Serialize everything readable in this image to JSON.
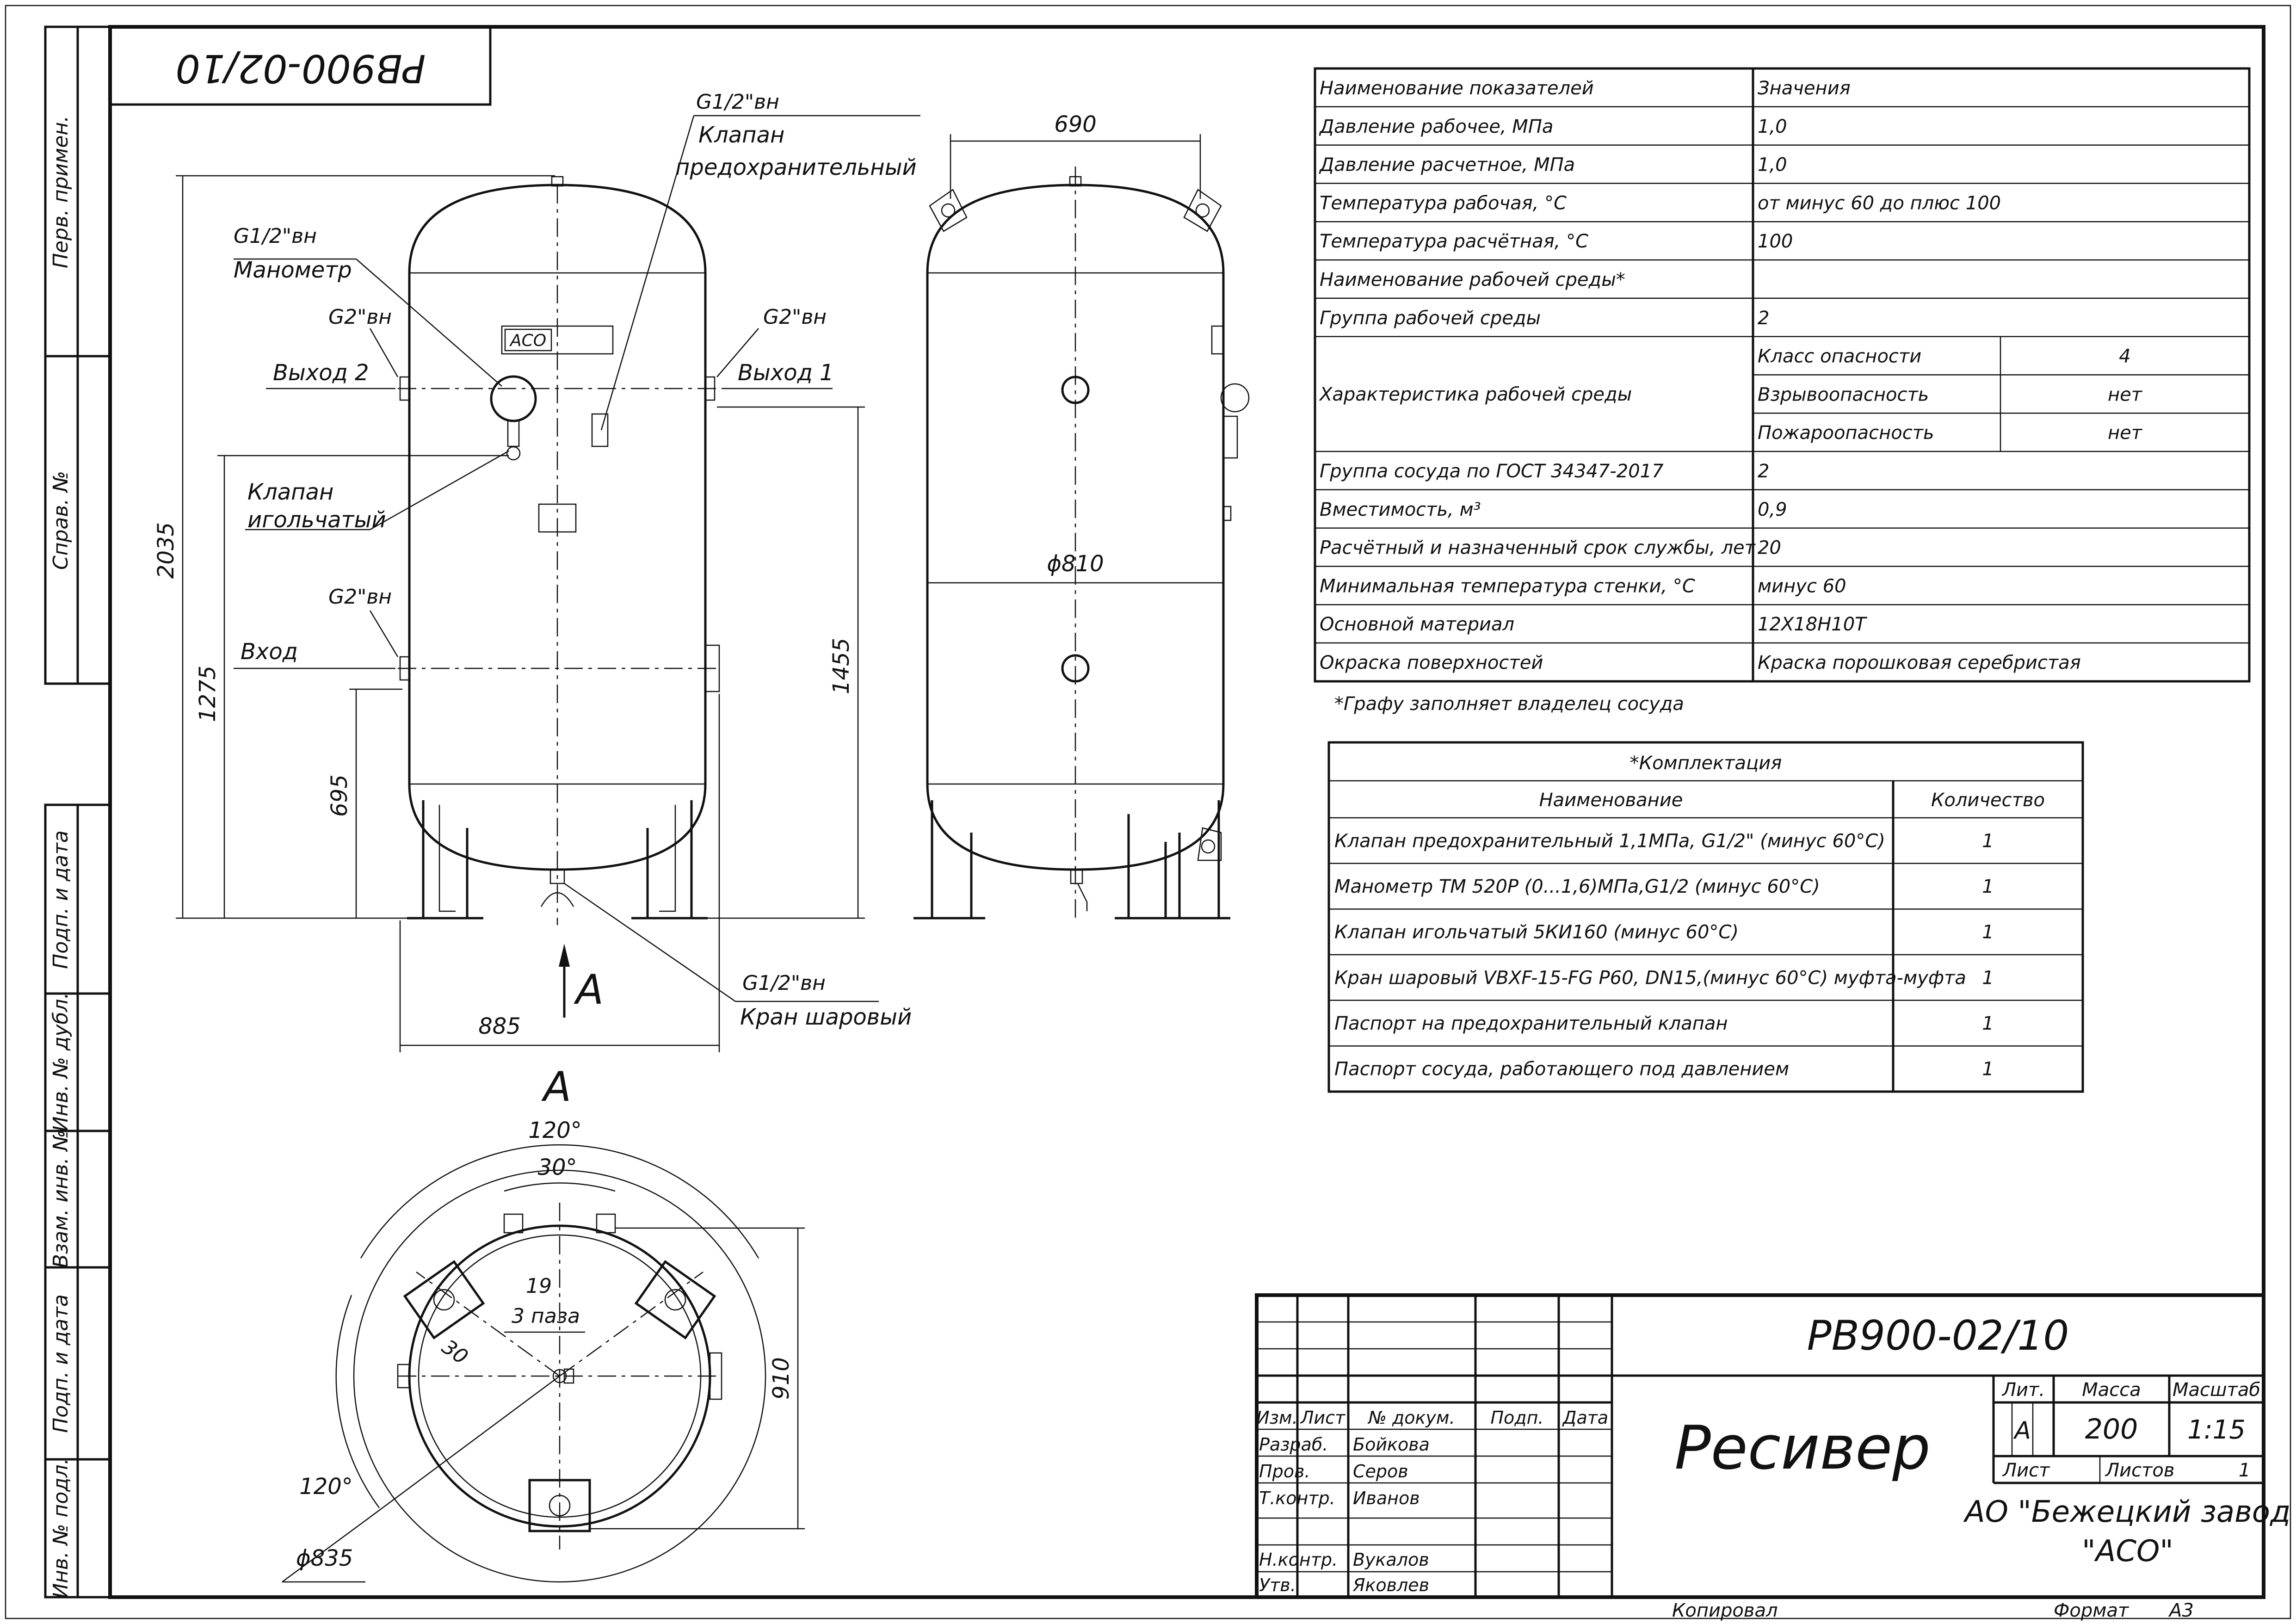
{
  "side_stamp": [
    "Перв. примен.",
    "Справ. №",
    "Подп. и дата",
    "Инв. № дубл.",
    "Взам. инв. №",
    "Подп. и дата",
    "Инв. № подл."
  ],
  "top_designation": "РВ900-02/10",
  "callouts": {
    "safety_valve_thread": "G1/2\"вн",
    "safety_valve": [
      "Клапан",
      "предохранительный"
    ],
    "manometer_thread": "G1/2\"вн",
    "manometer": "Манометр",
    "outlet2_thread": "G2\"вн",
    "outlet2": "Выход 2",
    "outlet1_thread": "G2\"вн",
    "outlet1": "Выход 1",
    "needle_valve": [
      "Клапан",
      "игольчатый"
    ],
    "inlet_thread": "G2\"вн",
    "inlet": "Вход",
    "ball_valve_thread": "G1/2\"вн",
    "ball_valve": "Кран шаровый",
    "view_arrow": "А",
    "view_title": "А",
    "brand": "АСО"
  },
  "dimensions": {
    "height_total": "2035",
    "height_inlet": "1275",
    "height_outlet": "1455",
    "height_lower": "695",
    "base_width": "885",
    "shell_width": "690",
    "shell_diameter": "ϕ810",
    "bolt_circle": "ϕ835",
    "plan_depth": "910",
    "angle_top": "120°",
    "angle_small": "30°",
    "angle_left": "120°",
    "slot_width": "19",
    "slots": "3 паза",
    "slot_offset": "30"
  },
  "spec_table": {
    "header": [
      "Наименование показателей",
      "Значения"
    ],
    "rows": [
      [
        "Давление рабочее, МПа",
        "1,0"
      ],
      [
        "Давление расчетное, МПа",
        "1,0"
      ],
      [
        "Температура рабочая, °С",
        "от минус 60 до плюс 100"
      ],
      [
        "Температура расчётная, °С",
        "100"
      ],
      [
        "Наименование рабочей среды*",
        ""
      ],
      [
        "Группа рабочей среды",
        "2"
      ]
    ],
    "medium_label": "Характеристика рабочей среды",
    "medium_rows": [
      [
        "Класс опасности",
        "4"
      ],
      [
        "Взрывоопасность",
        "нет"
      ],
      [
        "Пожароопасность",
        "нет"
      ]
    ],
    "rows2": [
      [
        "Группа сосуда по ГОСТ 34347-2017",
        "2"
      ],
      [
        "Вместимость, м³",
        "0,9"
      ],
      [
        "Расчётный и назначенный срок службы, лет",
        "20"
      ],
      [
        "Минимальная температура стенки, °С",
        "минус 60"
      ],
      [
        "Основной материал",
        "12Х18Н10Т"
      ],
      [
        "Окраска поверхностей",
        "Краска порошковая серебристая"
      ]
    ],
    "footnote": "*Графу заполняет владелец сосуда"
  },
  "kit_table": {
    "title": "*Комплектация",
    "header": [
      "Наименование",
      "Количество"
    ],
    "rows": [
      [
        "Клапан предохранительный 1,1МПа, G1/2\" (минус 60°С)",
        "1"
      ],
      [
        "Манометр ТМ 520Р (0...1,6)МПа,G1/2 (минус 60°С)",
        "1"
      ],
      [
        "Клапан игольчатый 5КИ160 (минус 60°С)",
        "1"
      ],
      [
        "Кран шаровый VBXF-15-FG P60, DN15,(минус 60°С) муфта-муфта",
        "1"
      ],
      [
        "Паспорт на предохранительный клапан",
        "1"
      ],
      [
        "Паспорт сосуда, работающего под давлением",
        "1"
      ]
    ]
  },
  "title_block": {
    "designation": "РВ900-02/10",
    "name": "Ресивер",
    "col_headers": [
      "Изм.",
      "Лист",
      "№ докум.",
      "Подп.",
      "Дата"
    ],
    "roles": [
      [
        "Разраб.",
        "Бойкова"
      ],
      [
        "Пров.",
        "Серов"
      ],
      [
        "Т.контр.",
        "Иванов"
      ],
      [
        "",
        ""
      ],
      [
        "Н.контр.",
        "Вукалов"
      ],
      [
        "Утв.",
        "Яковлев"
      ]
    ],
    "lit_label": "Лит.",
    "mass_label": "Масса",
    "scale_label": "Масштаб",
    "lit_value": "А",
    "mass_value": "200",
    "scale_value": "1:15",
    "sheet_label": "Лист",
    "sheets_label": "Листов",
    "sheets_value": "1",
    "company": [
      "АО \"Бежецкий завод",
      "\"АСО\""
    ],
    "copied": "Копировал",
    "format_label": "Формат",
    "format_value": "А3"
  }
}
